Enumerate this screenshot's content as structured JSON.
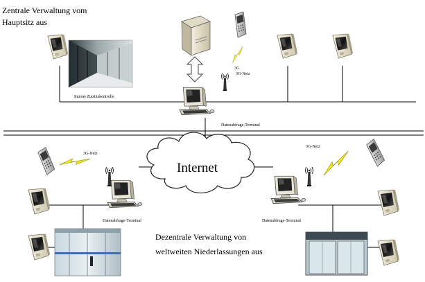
{
  "headquarters": {
    "heading_line1": "Zentrale Verwaltung vom",
    "heading_line2": "Hauptsitz aus",
    "access_control_label": "Interne Zutrittskontrolle",
    "terminal_label": "Datenabfrage-Terminal",
    "network_label": "3G-Netz",
    "network_number": "3G"
  },
  "internet": {
    "label": "Internet"
  },
  "branches": {
    "heading_line1": "Dezentrale Verwaltung von",
    "heading_line2": "weltweiten Niederlassungen aus",
    "left": {
      "network_label": "3G-Netz",
      "terminal_label": "Datenabfrage-Terminal"
    },
    "right": {
      "network_label": "3G-Netz",
      "terminal_label": "Datenabfrage-Terminal"
    }
  },
  "icons": [
    "server-icon",
    "mobile-phone-icon",
    "lightning-icon",
    "antenna-icon",
    "computer-icon",
    "face-reader-icon",
    "internet-cloud-icon",
    "glass-door-icon"
  ]
}
